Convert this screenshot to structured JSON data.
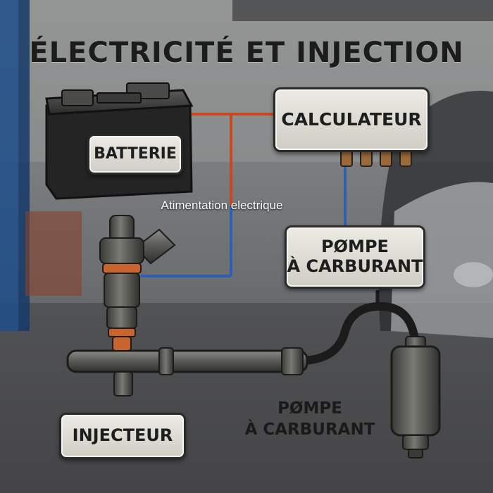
{
  "diagram": {
    "title": "ÉLECTRICITÉ ET INJECTION",
    "components": {
      "batterie": "BATTERIE",
      "calculateur": "CALCULATEUR",
      "pompe_upper": [
        "PØMPE",
        "À CARBURANT"
      ],
      "pompe_lower": [
        "PØMPE",
        "À CARBURANT"
      ],
      "injecteur": "INJECTEUR"
    },
    "wire_label": "Atimentation electrique",
    "colors": {
      "wire_red": "#c8481f",
      "wire_blue": "#2f5fb0",
      "plaque_bg": "#e3e1d9",
      "background": "#6b6d70"
    },
    "icons": [
      "battery-icon",
      "injector-icon",
      "fuel-rail-icon",
      "fuel-pump-icon",
      "fuel-hose-icon",
      "car-icon",
      "lift-column-icon"
    ]
  }
}
